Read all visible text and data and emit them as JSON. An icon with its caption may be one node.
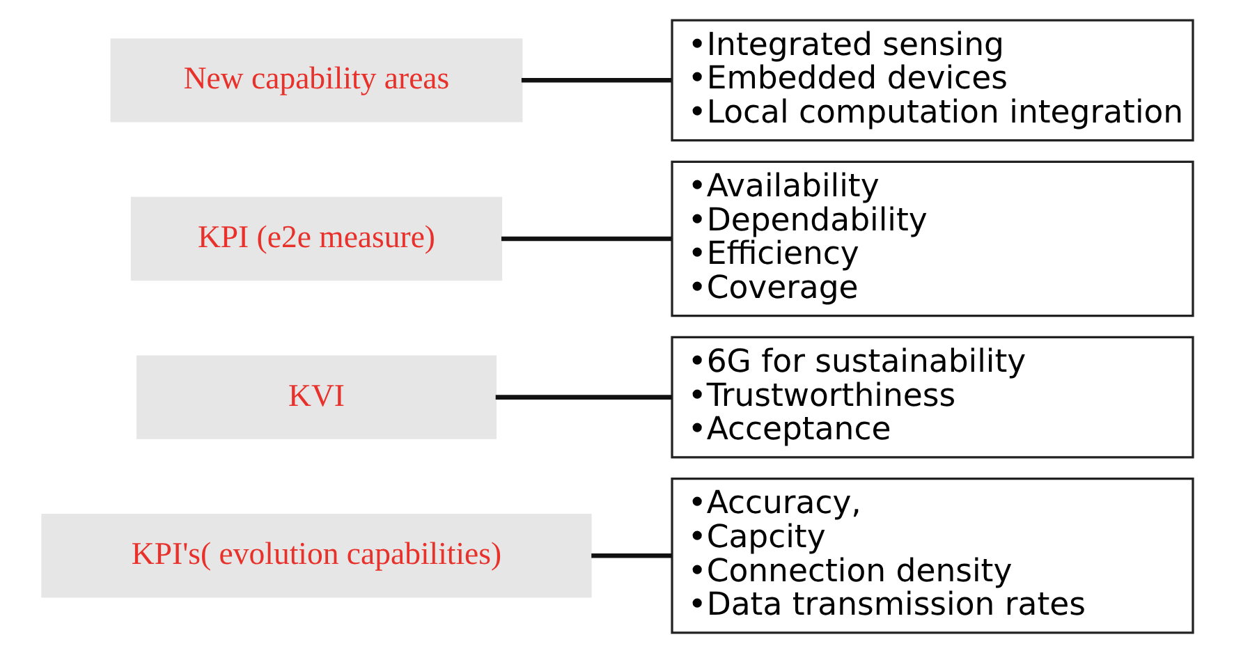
{
  "diagram": {
    "nodes": [
      {
        "text": [
          "KPI's( evolution capabilities)"
        ]
      },
      {
        "text": [
          "•Accuracy,",
          "•Capcity",
          "•Connection density",
          "•Data transmission rates"
        ]
      },
      {
        "text": [
          "KVI"
        ]
      },
      {
        "text": [
          "•6G for sustainability",
          "•Trustworthiness",
          "•Acceptance"
        ]
      },
      {
        "text": [
          "KPI (e2e measure)"
        ]
      },
      {
        "text": [
          "•Availability",
          "•Dependability",
          "•Efficiency",
          "•Coverage"
        ]
      },
      {
        "text": [
          "New capability areas"
        ]
      },
      {
        "text": [
          "•Integrated sensing",
          "•Embedded devices",
          "•Local computation integration"
        ]
      }
    ],
    "edges": [
      {
        "from": 0,
        "to": 1,
        "arrow": "none"
      },
      {
        "from": 2,
        "to": 3,
        "arrow": "none"
      },
      {
        "from": 4,
        "to": 5,
        "arrow": "none"
      },
      {
        "from": 6,
        "to": 7,
        "arrow": "none"
      }
    ]
  }
}
